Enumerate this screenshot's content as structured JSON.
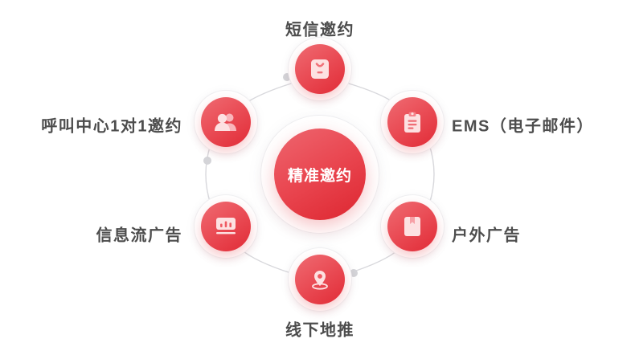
{
  "diagram": {
    "center": {
      "label": "精准邀约",
      "icon": "center-hub"
    },
    "accent_colors": {
      "red_light": "#ef6b72",
      "red_mid": "#ea4e57",
      "red_dark": "#dd2630",
      "label_text": "#4d4d4d",
      "connector": "#d8d8dc",
      "background": "#ffffff"
    },
    "nodes": [
      {
        "id": "sms",
        "label": "短信邀约",
        "icon": "message-icon",
        "position": "top"
      },
      {
        "id": "ems",
        "label": "EMS（电子邮件）",
        "icon": "clipboard-icon",
        "position": "right-upper"
      },
      {
        "id": "outdoor",
        "label": "户外广告",
        "icon": "bookmark-icon",
        "position": "right-lower"
      },
      {
        "id": "offline",
        "label": "线下地推",
        "icon": "location-icon",
        "position": "bottom"
      },
      {
        "id": "feed-ad",
        "label": "信息流广告",
        "icon": "chart-icon",
        "position": "left-lower"
      },
      {
        "id": "call-center",
        "label": "呼叫中心1对1邀约",
        "icon": "users-icon",
        "position": "left-upper"
      }
    ]
  }
}
